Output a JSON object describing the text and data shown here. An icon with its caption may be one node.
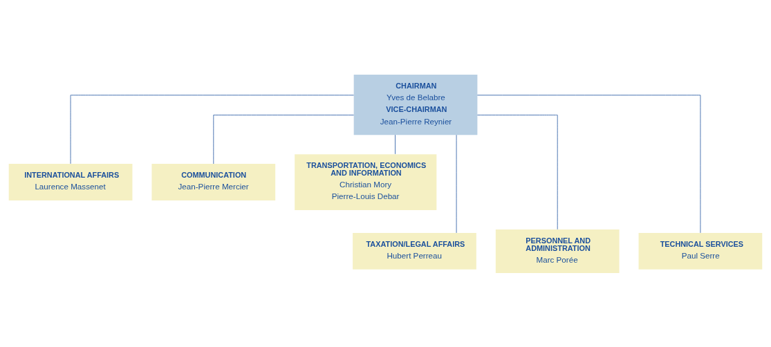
{
  "diagram": {
    "nodes": [
      {
        "text": [
          "CHAIRMAN",
          "Yves de Belabre",
          "VICE-CHAIRMAN",
          "Jean-Pierre Reynier"
        ]
      },
      {
        "text": [
          "INTERNATIONAL AFFAIRS",
          "Laurence Massenet"
        ]
      },
      {
        "text": [
          "COMMUNICATION",
          "Jean-Pierre Mercier"
        ]
      },
      {
        "text": [
          "TRANSPORTATION, ECONOMICS AND INFORMATION",
          "Christian Mory",
          "Pierre-Louis Debar"
        ]
      },
      {
        "text": [
          "TAXATION/LEGAL AFFAIRS",
          "Hubert Perreau"
        ]
      },
      {
        "text": [
          "PERSONNEL AND ADMINISTRATION",
          "Marc Porée"
        ]
      },
      {
        "text": [
          "TECHNICAL SERVICES",
          "Paul Serre"
        ]
      }
    ],
    "edges": [
      {
        "from": 0,
        "to": 1,
        "arrow": "none"
      },
      {
        "from": 0,
        "to": 2,
        "arrow": "none"
      },
      {
        "from": 0,
        "to": 3,
        "arrow": "none"
      },
      {
        "from": 0,
        "to": 4,
        "arrow": "none"
      },
      {
        "from": 0,
        "to": 5,
        "arrow": "none"
      },
      {
        "from": 0,
        "to": 6,
        "arrow": "none"
      }
    ]
  }
}
